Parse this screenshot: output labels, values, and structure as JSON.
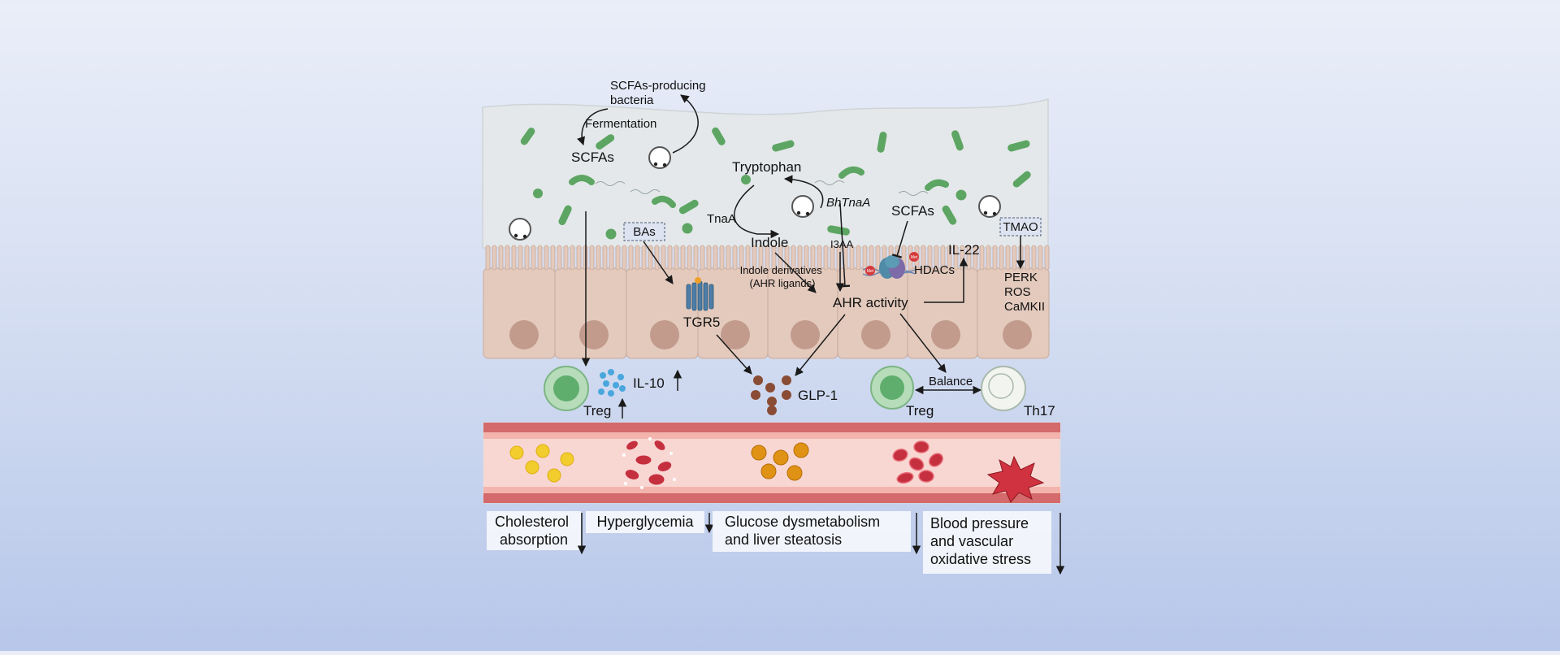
{
  "labels": {
    "scfas_producing_bacteria": [
      "SCFAs-producing",
      "bacteria"
    ],
    "fermentation": "Fermentation",
    "scfas_lumen": "SCFAs",
    "tryptophan": "Tryptophan",
    "bhtnaa": "BhTnaA",
    "tnaa": "TnaA",
    "indole": "Indole",
    "i3aa": "I3AA",
    "indole_derivatives": [
      "Indole derivatives",
      "(AHR ligands)"
    ],
    "scfas_right": "SCFAs",
    "hdacs": "HDACs",
    "il22": "IL-22",
    "tmao": "TMAO",
    "perk_list": [
      "PERK",
      "ROS",
      "CaMKII"
    ],
    "bas": "BAs",
    "tgr5": "TGR5",
    "ahr_activity": "AHR activity",
    "il10": "IL-10",
    "treg_left": "Treg",
    "glp1": "GLP-1",
    "balance": "Balance",
    "treg_right": "Treg",
    "th17": "Th17",
    "met_badge": "Met"
  },
  "outcomes": [
    {
      "lines": [
        "Cholesterol",
        "absorption"
      ],
      "direction": "down"
    },
    {
      "lines": [
        "Hyperglycemia"
      ],
      "direction": "down"
    },
    {
      "lines": [
        "Glucose dysmetabolism",
        "and liver steatosis"
      ],
      "direction": "down"
    },
    {
      "lines": [
        "Blood pressure",
        "and vascular",
        "oxidative stress"
      ],
      "direction": "down"
    }
  ],
  "colors": {
    "lumen": "#e4e8ea",
    "epithelium": "#e3cabd",
    "nucleus": "#c29b8c",
    "bacteria": "#5da563",
    "vessel_wall": "#d46a6b",
    "vessel_inner": "#f8d7d2",
    "rbc": "#c5303f",
    "lipid": "#f2cd2e",
    "glp1": "#8a4c34",
    "il10": "#4aa7dd",
    "treg": "#7cc08a",
    "th17": "#f2f4f0",
    "tgr5": "#4d7ea8"
  }
}
